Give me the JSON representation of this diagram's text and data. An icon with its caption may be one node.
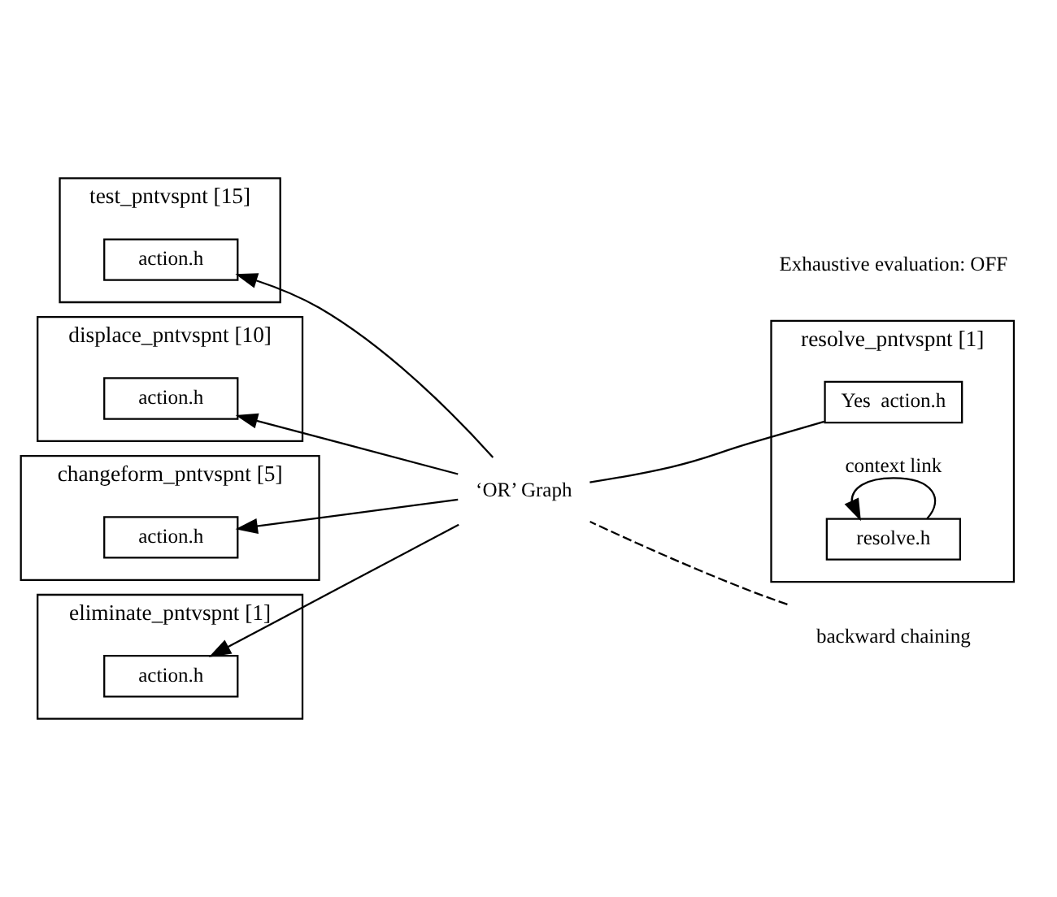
{
  "diagram": {
    "nodes": [
      {
        "text": [
          "test_pntvspnt [15]"
        ]
      },
      {
        "text": [
          "action.h"
        ],
        "in": 0
      },
      {
        "text": [
          "displace_pntvspnt [10]"
        ]
      },
      {
        "text": [
          "action.h"
        ],
        "in": 2
      },
      {
        "text": [
          "changeform_pntvspnt [5]"
        ]
      },
      {
        "text": [
          "action.h"
        ],
        "in": 4
      },
      {
        "text": [
          "eliminate_pntvspnt [1]"
        ]
      },
      {
        "text": [
          "action.h"
        ],
        "in": 6
      },
      {
        "text": [
          "resolve_pntvspnt [1]"
        ]
      },
      {
        "text": [
          "Yes  action.h"
        ],
        "in": 8
      },
      {
        "text": [
          "resolve.h"
        ],
        "in": 8
      },
      {
        "text": [
          "‘OR’ Graph"
        ]
      },
      {
        "text": [
          "backward chaining"
        ]
      }
    ],
    "edges": [
      {
        "from": 11,
        "to": 1,
        "arrow": "to"
      },
      {
        "from": 11,
        "to": 3,
        "arrow": "to"
      },
      {
        "from": 11,
        "to": 5,
        "arrow": "to"
      },
      {
        "from": 11,
        "to": 7,
        "arrow": "to"
      },
      {
        "from": 11,
        "to": 9,
        "arrow": "none"
      },
      {
        "from": 12,
        "to": 11,
        "arrow": "none",
        "style": "dashed"
      },
      {
        "from": 10,
        "to": 10,
        "arrow": "to",
        "label": "context link"
      }
    ],
    "labels": [
      "Exhaustive evaluation: OFF"
    ]
  }
}
